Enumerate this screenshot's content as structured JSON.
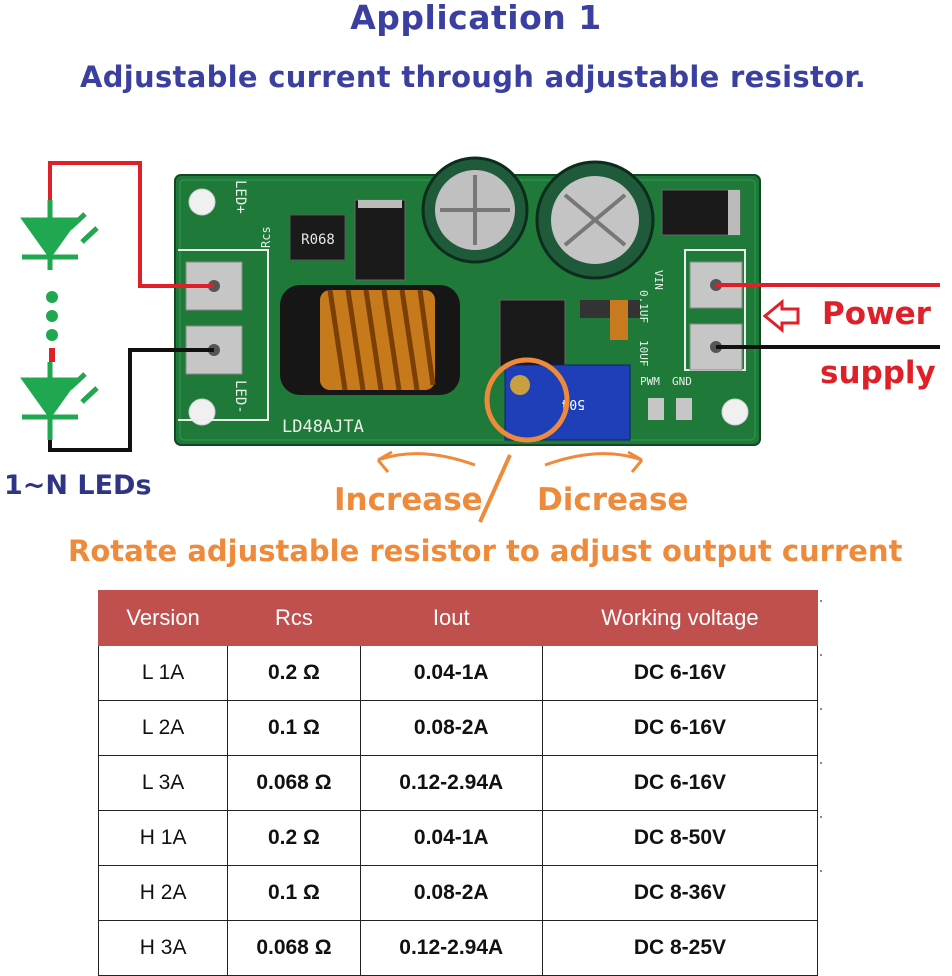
{
  "title": "Application 1",
  "subtitle": "Adjustable current through adjustable resistor.",
  "labels": {
    "power_line1": "Power",
    "power_line2": "supply",
    "leds": "1~N LEDs",
    "increase": "Increase",
    "decrease": "Dicrease",
    "rotate": "Rotate adjustable resistor to adjust output current"
  },
  "board": {
    "model": "LD48AJTA",
    "led_plus": "LED+",
    "led_minus": "LED-",
    "rcs_label": "Rcs",
    "rcs_part": "R068",
    "vin": "VIN",
    "pwm": "PWM",
    "gnd": "GND",
    "cap": "0.1UF",
    "ind": "10UF",
    "pot": "504"
  },
  "table": {
    "headers": [
      "Version",
      "Rcs",
      "Iout",
      "Working voltage"
    ],
    "rows": [
      [
        "L 1A",
        "0.2 Ω",
        "0.04-1A",
        "DC 6-16V"
      ],
      [
        "L 2A",
        "0.1 Ω",
        "0.08-2A",
        "DC 6-16V"
      ],
      [
        "L 3A",
        "0.068 Ω",
        "0.12-2.94A",
        "DC 6-16V"
      ],
      [
        "H 1A",
        "0.2 Ω",
        "0.04-1A",
        "DC 8-50V"
      ],
      [
        "H 2A",
        "0.1 Ω",
        "0.08-2A",
        "DC 8-36V"
      ],
      [
        "H 3A",
        "0.068 Ω",
        "0.12-2.94A",
        "DC 8-25V"
      ]
    ]
  },
  "colors": {
    "title": "#3b3fa0",
    "accent_orange": "#ef8a3a",
    "power_red": "#e02028",
    "pcb_green": "#1f7a3a",
    "table_header": "#c0504d",
    "led_green": "#1fa84f"
  }
}
